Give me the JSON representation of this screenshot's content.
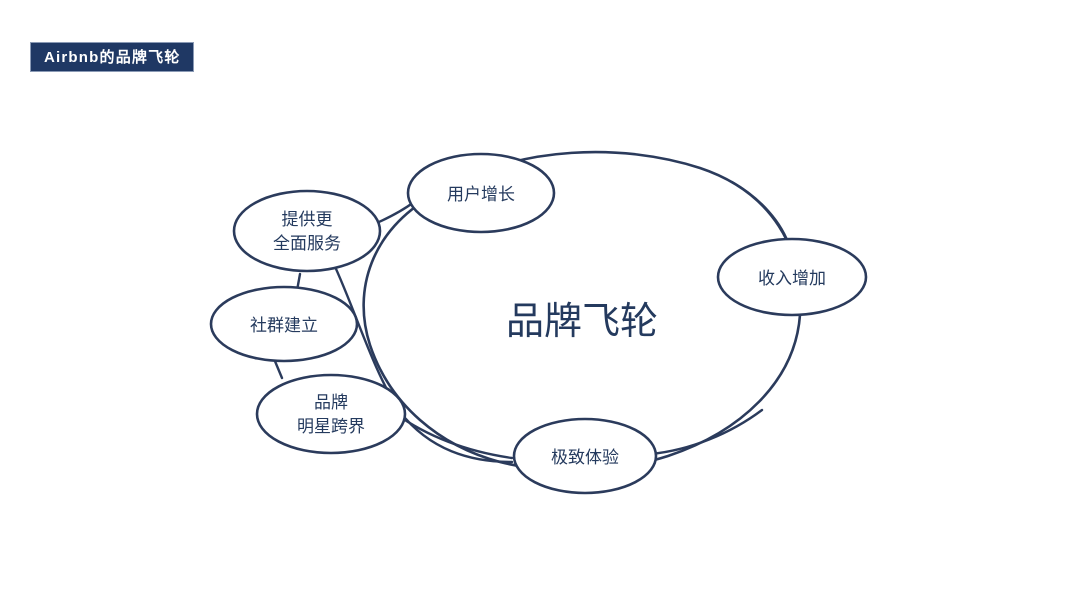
{
  "page": {
    "background_color": "#ffffff",
    "stroke_color": "#2b3b5c",
    "text_color": "#243a5e"
  },
  "title_badge": {
    "label": "Airbnb的品牌飞轮",
    "background_color": "#1f3864",
    "text_color": "#ffffff",
    "border_color": "#8a9ab5"
  },
  "diagram": {
    "type": "flywheel",
    "center": {
      "label": "品牌飞轮"
    },
    "wheel_nodes": [
      {
        "id": "user-growth",
        "label": "用户增长",
        "position": "top"
      },
      {
        "id": "revenue-increase",
        "label": "收入增加",
        "position": "right"
      },
      {
        "id": "ultimate-experience",
        "label": "极致体验",
        "position": "bottom"
      }
    ],
    "side_nodes": [
      {
        "id": "comprehensive-service",
        "line1": "提供更",
        "line2": "全面服务"
      },
      {
        "id": "community-building",
        "line1": "社群建立",
        "line2": ""
      },
      {
        "id": "celebrity-crossover",
        "line1": "品牌",
        "line2": "明星跨界"
      }
    ]
  }
}
